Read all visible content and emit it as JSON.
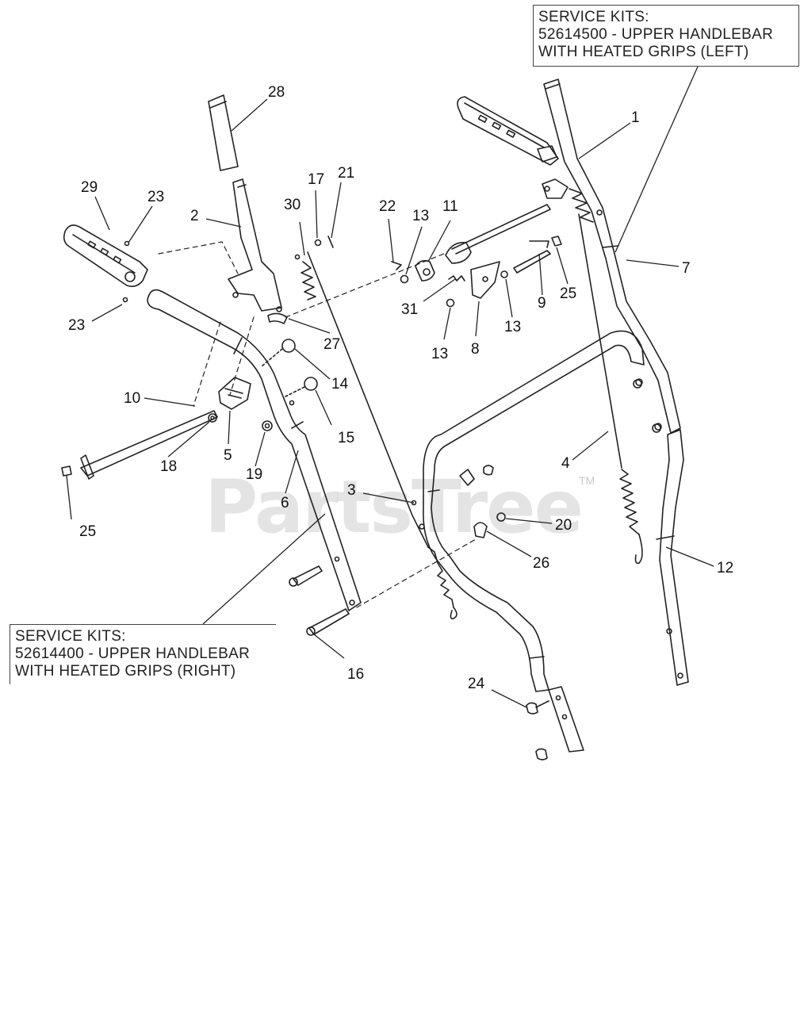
{
  "service_kits": {
    "left": {
      "line1": "SERVICE KITS:",
      "line2": "52614500 - UPPER HANDLEBAR",
      "line3": "WITH HEATED GRIPS (LEFT)"
    },
    "right": {
      "line1": "SERVICE KITS:",
      "line2": "52614400 - UPPER HANDLEBAR",
      "line3": "WITH HEATED GRIPS (RIGHT)"
    }
  },
  "watermark": {
    "text": "PartsTree",
    "tm": "TM"
  },
  "callouts": {
    "c1": "1",
    "c2": "2",
    "c3": "3",
    "c4": "4",
    "c5": "5",
    "c6": "6",
    "c7": "7",
    "c8": "8",
    "c9": "9",
    "c10": "10",
    "c11": "11",
    "c12": "12",
    "c13a": "13",
    "c13b": "13",
    "c13c": "13",
    "c14": "14",
    "c15": "15",
    "c16": "16",
    "c17": "17",
    "c18": "18",
    "c19": "19",
    "c20": "20",
    "c21": "21",
    "c22": "22",
    "c23a": "23",
    "c23b": "23",
    "c24": "24",
    "c25a": "25",
    "c25b": "25",
    "c26": "26",
    "c27": "27",
    "c28": "28",
    "c29": "29",
    "c30": "30",
    "c31": "31"
  }
}
